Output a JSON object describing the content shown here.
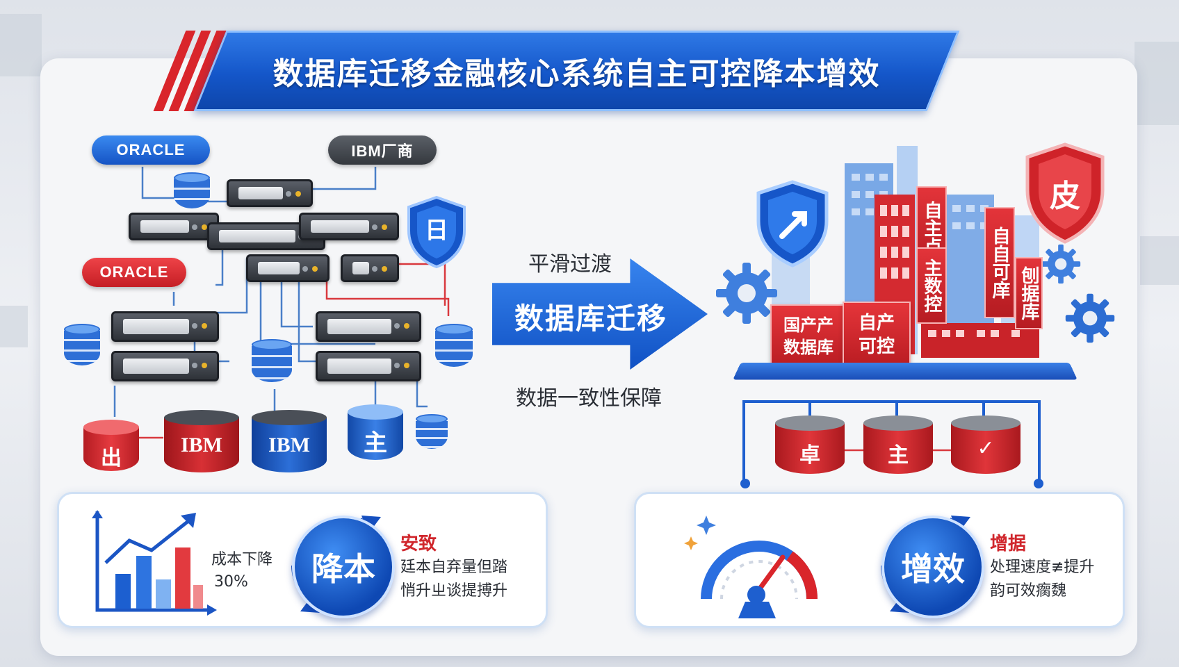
{
  "title": "数据库迁移金融核心系统自主可控降本增效",
  "left": {
    "oracle_top": "ORACLE",
    "oracle_mid": "ORACLE",
    "ibm_vendor": "IBM厂商",
    "shield_glyph": "日",
    "db_red_glyph": "出",
    "db_ibm_red": "IBM",
    "db_ibm_blue": "IBM",
    "db_blue_glyph": "主"
  },
  "middle": {
    "top_label": "平滑过渡",
    "arrow_label": "数据库迁移",
    "bottom_label": "数据一致性保障"
  },
  "right": {
    "shield_red_glyph": "皮",
    "tag_domestic_db": "国产产\n数据库",
    "tag_self_control": "自产\n可控",
    "vtag_1": "自主点",
    "vtag_2": "主数控",
    "vtag_3": "自自可庠",
    "vtag_4": "刨据库",
    "db_glyphs": [
      "卓",
      "主",
      "✓"
    ]
  },
  "panels": {
    "left": {
      "stat_label": "成本下降",
      "stat_value": "30%",
      "badge": "降本",
      "heading": "安致",
      "desc_line1": "廷本自弃量但踏",
      "desc_line2": "悄升ㄓ谈提搏升"
    },
    "right": {
      "badge": "增效",
      "heading": "增据",
      "desc_line1": "处理速度≢提升",
      "desc_line2": "韵可效瘸魏"
    }
  },
  "colors": {
    "brand_blue": "#1456c9",
    "accent_red": "#d9252b",
    "server_dark": "#2e3238"
  },
  "icons": [
    "oracle-logo",
    "ibm-logo",
    "shield-icon",
    "database-icon",
    "server-icon",
    "gear-icon",
    "gauge-icon",
    "bar-chart-icon",
    "refresh-arrows-icon",
    "building-icon"
  ]
}
